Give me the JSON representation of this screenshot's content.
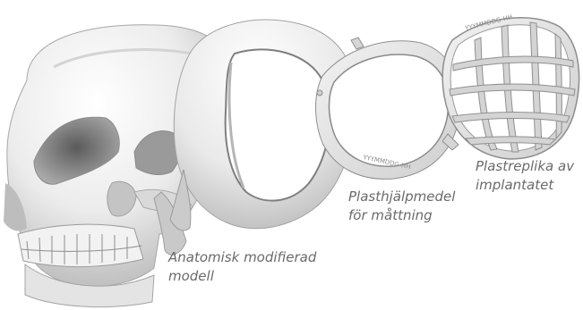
{
  "labels": {
    "anatomical_model": [
      "Anatomisk modifierad",
      "modell"
    ],
    "plastic_helper": [
      "Plasthjälpmedel",
      "för måttning"
    ],
    "plastic_replica": [
      "Plastreplika av",
      "implantatet"
    ]
  },
  "caption": "",
  "engravings": {
    "helper_ring": "YYYMMDDG-HH",
    "replica_frame": "YYYMMDDG-HH"
  },
  "colors": {
    "bone": "#efefef",
    "bone_shadow": "#b9b9b9",
    "plastic": "#dedede",
    "plastic_edge": "#9e9e9e",
    "label_text": "#6a6a6a"
  }
}
